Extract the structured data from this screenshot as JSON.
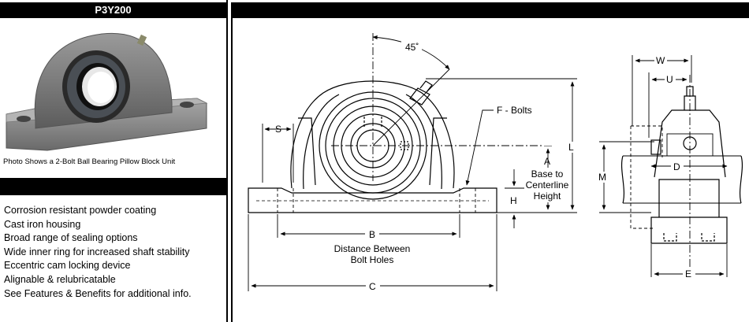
{
  "product": {
    "code": "P3Y200"
  },
  "photo": {
    "caption": "Photo Shows a 2-Bolt Ball Bearing Pillow Block Unit"
  },
  "features": [
    "Corrosion resistant powder coating",
    "Cast iron housing",
    "Broad range of sealing options",
    "Wide inner ring for increased shaft stability",
    "Eccentric cam locking device",
    "Alignable & relubricatable",
    "See Features & Benefits for additional info."
  ],
  "drawing": {
    "angle_label": "45˚",
    "s_label": "S",
    "f_bolts_label": "F - Bolts",
    "a_label": "A",
    "a_desc_1": "Base to",
    "a_desc_2": "Centerline",
    "a_desc_3": "Height",
    "h_label": "H",
    "l_label": "L",
    "b_label": "B",
    "b_desc_1": "Distance Between",
    "b_desc_2": "Bolt Holes",
    "c_label": "C",
    "w_label": "W",
    "u_label": "U",
    "d_label": "D",
    "m_label": "M",
    "e_label": "E"
  }
}
